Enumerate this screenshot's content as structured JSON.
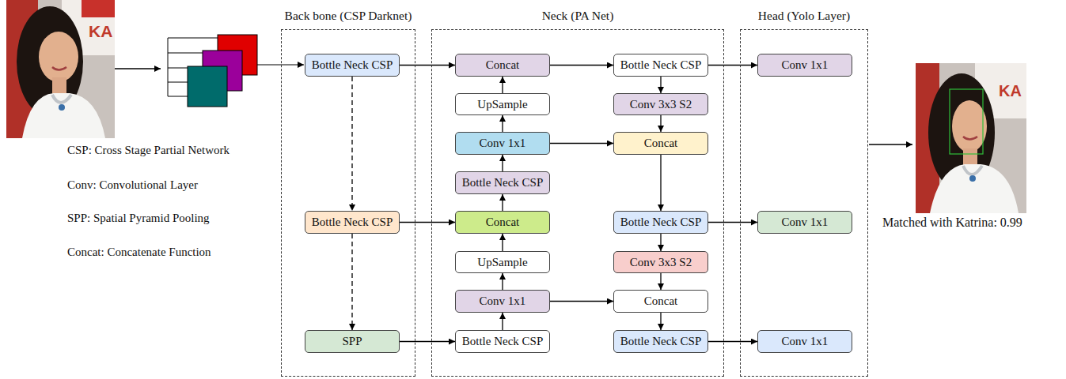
{
  "diagram": {
    "nodes": [
      {
        "text": [
          "Back bone (CSP Darknet)"
        ]
      },
      {
        "text": [
          "Bottle Neck CSP"
        ],
        "in": 0
      },
      {
        "text": [
          "Bottle Neck CSP"
        ],
        "in": 0
      },
      {
        "text": [
          "SPP"
        ],
        "in": 0
      },
      {
        "text": [
          "Neck (PA Net)"
        ]
      },
      {
        "text": [
          "Concat"
        ],
        "in": 4
      },
      {
        "text": [
          "UpSample"
        ],
        "in": 4
      },
      {
        "text": [
          "Conv 1x1"
        ],
        "in": 4
      },
      {
        "text": [
          "Bottle Neck CSP"
        ],
        "in": 4
      },
      {
        "text": [
          "Concat"
        ],
        "in": 4
      },
      {
        "text": [
          "UpSample"
        ],
        "in": 4
      },
      {
        "text": [
          "Conv 1x1"
        ],
        "in": 4
      },
      {
        "text": [
          "Bottle Neck CSP"
        ],
        "in": 4
      },
      {
        "text": [
          "Bottle Neck CSP"
        ],
        "in": 4
      },
      {
        "text": [
          "Conv 3x3 S2"
        ],
        "in": 4
      },
      {
        "text": [
          "Concat"
        ],
        "in": 4
      },
      {
        "text": [
          "Bottle Neck CSP"
        ],
        "in": 4
      },
      {
        "text": [
          "Conv 3x3 S2"
        ],
        "in": 4
      },
      {
        "text": [
          "Concat"
        ],
        "in": 4
      },
      {
        "text": [
          "Bottle Neck CSP"
        ],
        "in": 4
      },
      {
        "text": [
          "Head (Yolo Layer)"
        ]
      },
      {
        "text": [
          "Conv 1x1"
        ],
        "in": 20
      },
      {
        "text": [
          "Conv 1x1"
        ],
        "in": 20
      },
      {
        "text": [
          "Conv 1x1"
        ],
        "in": 20
      }
    ],
    "edges": [
      {
        "from": 1,
        "to": 2,
        "arrow": "to"
      },
      {
        "from": 2,
        "to": 3,
        "arrow": "to"
      },
      {
        "from": 1,
        "to": 5,
        "arrow": "to"
      },
      {
        "from": 2,
        "to": 9,
        "arrow": "to"
      },
      {
        "from": 3,
        "to": 12,
        "arrow": "to"
      },
      {
        "from": 12,
        "to": 11,
        "arrow": "to"
      },
      {
        "from": 11,
        "to": 10,
        "arrow": "to"
      },
      {
        "from": 10,
        "to": 9,
        "arrow": "to"
      },
      {
        "from": 9,
        "to": 8,
        "arrow": "to"
      },
      {
        "from": 8,
        "to": 7,
        "arrow": "to"
      },
      {
        "from": 7,
        "to": 6,
        "arrow": "to"
      },
      {
        "from": 6,
        "to": 5,
        "arrow": "to"
      },
      {
        "from": 5,
        "to": 13,
        "arrow": "to"
      },
      {
        "from": 13,
        "to": 14,
        "arrow": "to"
      },
      {
        "from": 14,
        "to": 15,
        "arrow": "to"
      },
      {
        "from": 15,
        "to": 16,
        "arrow": "to"
      },
      {
        "from": 16,
        "to": 17,
        "arrow": "to"
      },
      {
        "from": 17,
        "to": 18,
        "arrow": "to"
      },
      {
        "from": 18,
        "to": 19,
        "arrow": "to"
      },
      {
        "from": 7,
        "to": 15,
        "arrow": "to"
      },
      {
        "from": 11,
        "to": 18,
        "arrow": "to"
      },
      {
        "from": 13,
        "to": 21,
        "arrow": "to"
      },
      {
        "from": 16,
        "to": 22,
        "arrow": "to"
      },
      {
        "from": 19,
        "to": 23,
        "arrow": "to"
      }
    ],
    "labels": [
      "CSP: Cross Stage Partial Network",
      "Conv: Convolutional Layer",
      "SPP: Spatial Pyramid Pooling",
      "Concat: Concatenate Function",
      "Matched with Katrina: 0.99",
      "KA",
      "KA"
    ]
  }
}
